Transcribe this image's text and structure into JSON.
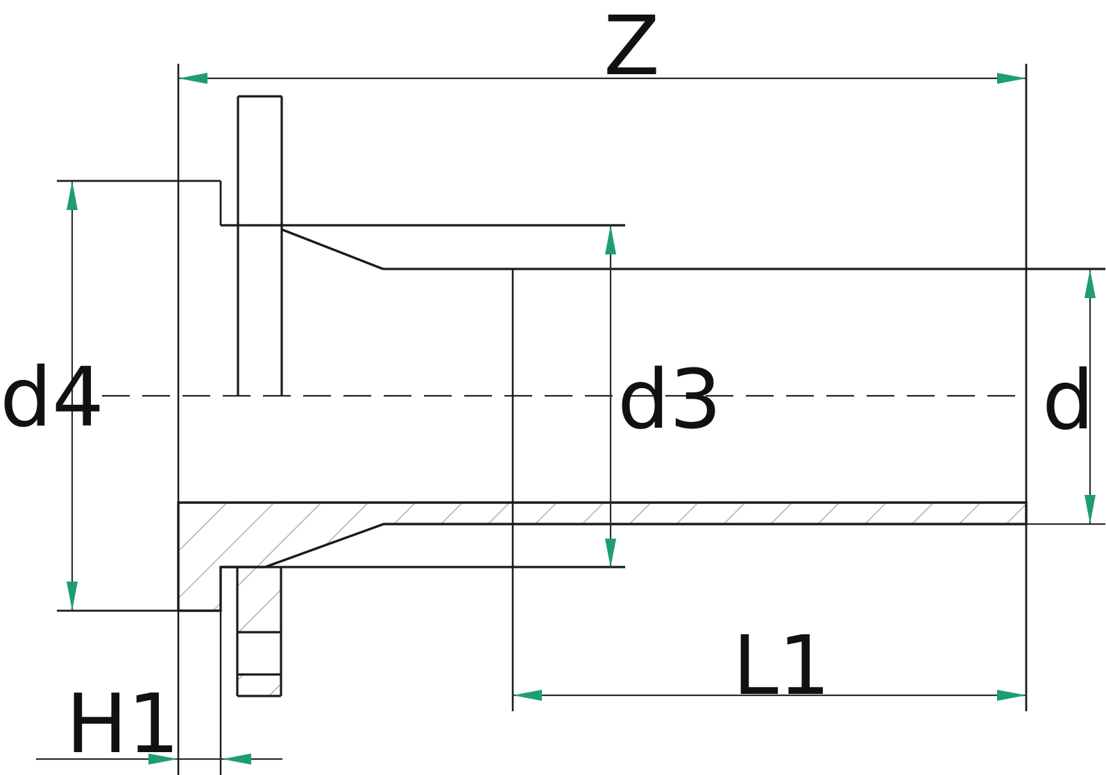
{
  "drawing": {
    "description": "technical cross-section drawing of a flange adapter (stub end) with backing flange",
    "background": "#ffffff",
    "colors": {
      "outline": "#1a1a1a",
      "dimension": "#2b2b2b",
      "centerline": "#222222",
      "arrow": "#1e9e6f",
      "hatch": "#a8a8a8",
      "text": "#111111"
    },
    "labels": {
      "overall_length": "Z",
      "flange_outer_diameter": "d4",
      "bore_diameter": "d3",
      "pipe_diameter": "d",
      "socket_length": "L1",
      "flange_thickness": "H1"
    }
  }
}
